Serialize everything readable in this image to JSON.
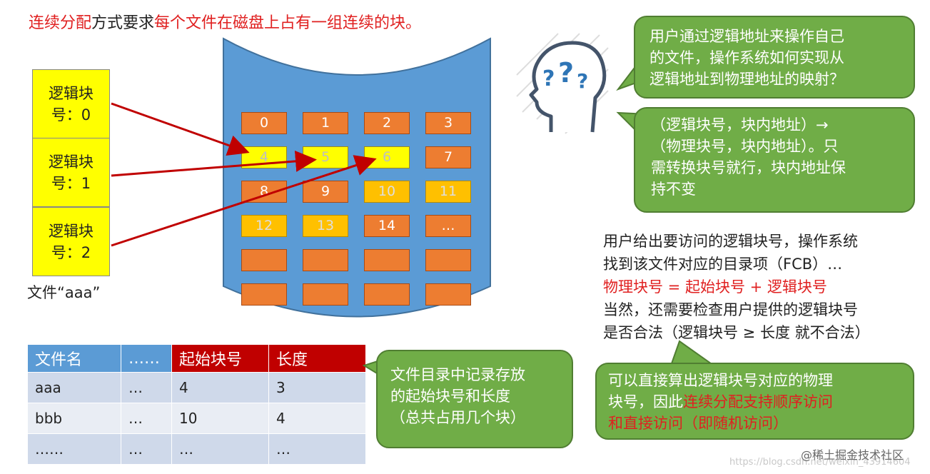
{
  "title": {
    "part1": "连续分配",
    "part2": "方式要求",
    "part3": "每个文件在磁盘上占有一组连续的块。"
  },
  "logical_blocks": [
    {
      "line1": "逻辑块",
      "line2": "号：0"
    },
    {
      "line1": "逻辑块",
      "line2": "号：1"
    },
    {
      "line1": "逻辑块",
      "line2": "号：2"
    }
  ],
  "file_label": "文件“aaa”",
  "disk_blocks": [
    {
      "label": "0",
      "state": "orange"
    },
    {
      "label": "1",
      "state": "orange"
    },
    {
      "label": "2",
      "state": "orange"
    },
    {
      "label": "3",
      "state": "orange"
    },
    {
      "label": "4",
      "state": "yellow"
    },
    {
      "label": "5",
      "state": "yellow"
    },
    {
      "label": "6",
      "state": "yellow"
    },
    {
      "label": "7",
      "state": "orange"
    },
    {
      "label": "8",
      "state": "orange"
    },
    {
      "label": "9",
      "state": "orange"
    },
    {
      "label": "10",
      "state": "gold"
    },
    {
      "label": "11",
      "state": "gold"
    },
    {
      "label": "12",
      "state": "gold"
    },
    {
      "label": "13",
      "state": "gold"
    },
    {
      "label": "14",
      "state": "orange"
    },
    {
      "label": "…",
      "state": "orange"
    },
    {
      "label": "",
      "state": "orange"
    },
    {
      "label": "",
      "state": "orange"
    },
    {
      "label": "",
      "state": "orange"
    },
    {
      "label": "",
      "state": "orange"
    },
    {
      "label": "",
      "state": "orange"
    },
    {
      "label": "",
      "state": "orange"
    },
    {
      "label": "",
      "state": "orange"
    },
    {
      "label": "",
      "state": "orange"
    }
  ],
  "directory": {
    "headers": [
      "文件名",
      "……",
      "起始块号",
      "长度"
    ],
    "rows": [
      [
        "aaa",
        "…",
        "4",
        "3"
      ],
      [
        "bbb",
        "…",
        "10",
        "4"
      ],
      [
        "……",
        "…",
        "…",
        "…"
      ]
    ]
  },
  "bubbles": {
    "question": [
      "用户通过逻辑地址来操作自己",
      "的文件，操作系统如何实现从",
      "逻辑地址到物理地址的映射？"
    ],
    "answer": [
      "（逻辑块号，块内地址）→",
      "（物理块号，块内地址）。只",
      "需转换块号就行，块内地址保",
      "持不变"
    ],
    "directory": [
      "文件目录中记录存放",
      "的起始块号和长度",
      "（总共占用几个块）"
    ],
    "access_line1": "可以直接算出逻辑块号对应的物理",
    "access_line2a": "块号，因此",
    "access_line2b": "连续分配支持顺序访问",
    "access_line3": "和直接访问（即随机访问）"
  },
  "notes": {
    "line1": "用户给出要访问的逻辑块号，操作系统",
    "line2": "找到该文件对应的目录项（FCB）…",
    "formula": "物理块号 = 起始块号 + 逻辑块号",
    "line4": "当然，还需要检查用户提供的逻辑块号",
    "line5": "是否合法（逻辑块号 ≥ 长度 就不合法）"
  },
  "watermark": "@稀土掘金技术社区",
  "watermark_url": "https://blog.csdn.net/weixin_43914604",
  "colors": {
    "accent_red": "#e02020",
    "bubble_green": "#70ad47",
    "disk_blue": "#5b9bd5",
    "block_orange": "#ed7d31",
    "block_yellow": "#ffff00",
    "block_gold": "#ffc000",
    "header_red": "#c00000"
  },
  "icons": {
    "head": "thinking-head-question-icon"
  }
}
